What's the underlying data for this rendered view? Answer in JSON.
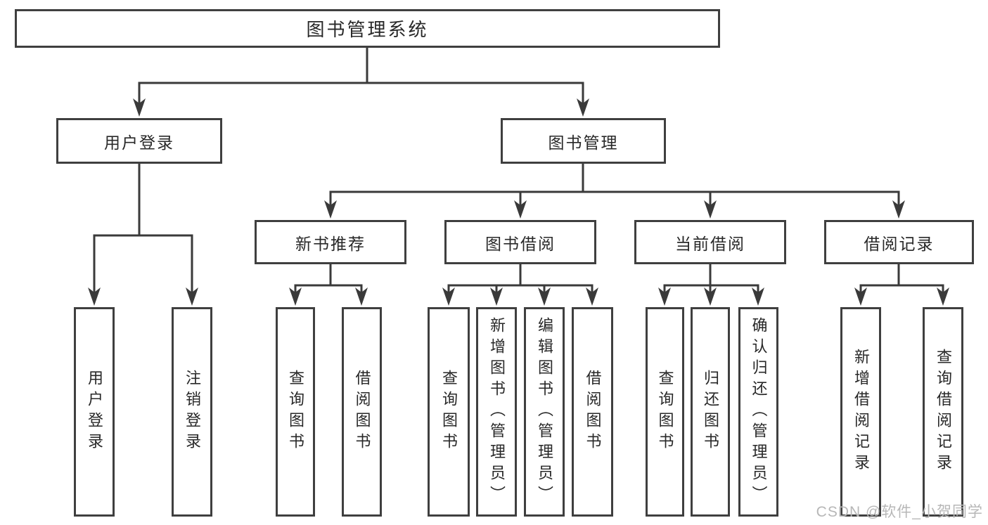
{
  "diagram": {
    "root": {
      "label": "图书管理系统"
    },
    "level2": [
      {
        "label": "用户登录",
        "parent": "图书管理系统"
      },
      {
        "label": "图书管理",
        "parent": "图书管理系统"
      }
    ],
    "level3": [
      {
        "label": "新书推荐",
        "parent": "图书管理"
      },
      {
        "label": "图书借阅",
        "parent": "图书管理"
      },
      {
        "label": "当前借阅",
        "parent": "图书管理"
      },
      {
        "label": "借阅记录",
        "parent": "图书管理"
      }
    ],
    "leaves": [
      {
        "label": "用户登录",
        "parent": "用户登录"
      },
      {
        "label": "注销登录",
        "parent": "用户登录"
      },
      {
        "label": "查询图书",
        "parent": "新书推荐"
      },
      {
        "label": "借阅图书",
        "parent": "新书推荐"
      },
      {
        "label": "查询图书",
        "parent": "图书借阅"
      },
      {
        "label": "新增图书（管理员）",
        "parent": "图书借阅"
      },
      {
        "label": "编辑图书（管理员）",
        "parent": "图书借阅"
      },
      {
        "label": "借阅图书",
        "parent": "图书借阅"
      },
      {
        "label": "查询图书",
        "parent": "当前借阅"
      },
      {
        "label": "归还图书",
        "parent": "当前借阅"
      },
      {
        "label": "确认归还（管理员）",
        "parent": "当前借阅"
      },
      {
        "label": "新增借阅记录",
        "parent": "借阅记录"
      },
      {
        "label": "查询借阅记录",
        "parent": "借阅记录"
      }
    ],
    "watermark": {
      "text": "CSDN @软件_小贺同学"
    },
    "colors": {
      "line": "#3a3a3a",
      "border": "#3f3f3f",
      "text": "#282828",
      "background": "#ffffff",
      "watermark": "#b7b7b7"
    }
  }
}
